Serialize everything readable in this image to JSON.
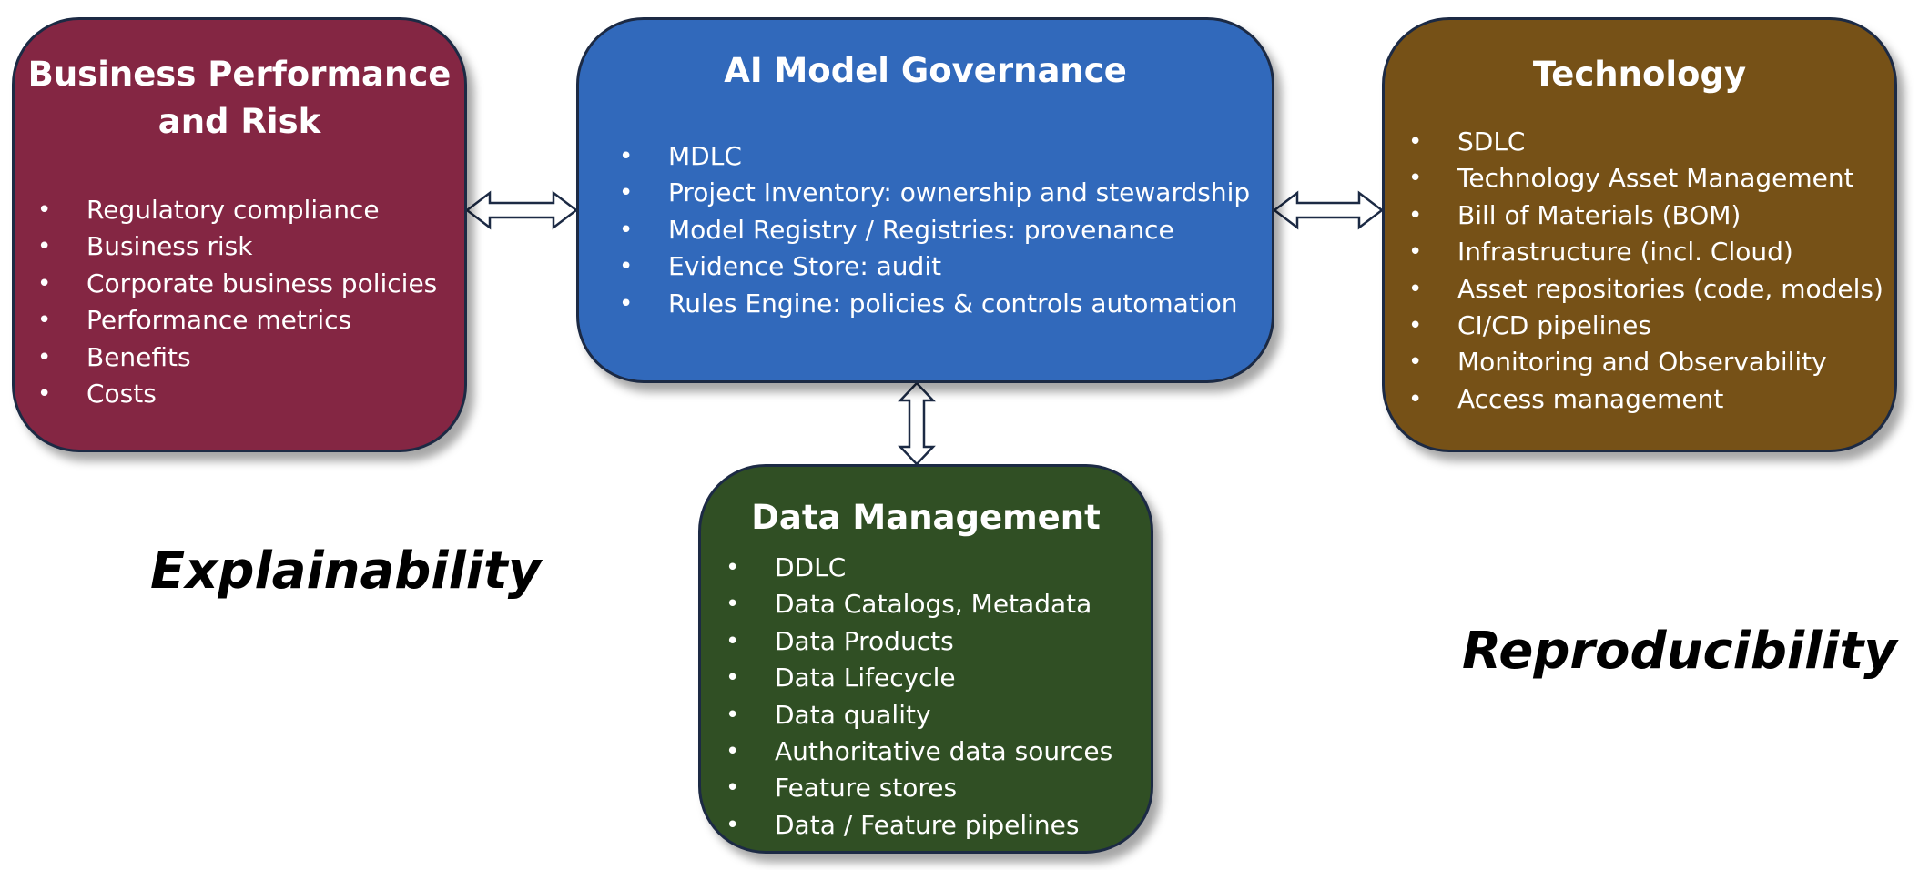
{
  "boxes": {
    "business": {
      "title": "Business Performance\nand Risk",
      "items": [
        "Regulatory compliance",
        "Business risk",
        "Corporate business policies",
        "Performance metrics",
        "Benefits",
        "Costs"
      ],
      "color": "#842643"
    },
    "governance": {
      "title": "AI Model Governance",
      "items": [
        "MDLC",
        "Project Inventory: ownership and stewardship",
        "Model Registry / Registries: provenance",
        "Evidence Store: audit",
        "Rules Engine: policies & controls automation"
      ],
      "color": "#3169bb"
    },
    "technology": {
      "title": "Technology",
      "items": [
        "SDLC",
        "Technology Asset Management",
        "Bill of Materials (BOM)",
        "Infrastructure (incl. Cloud)",
        "Asset repositories (code, models)",
        "CI/CD pipelines",
        "Monitoring and Observability",
        "Access management"
      ],
      "color": "#765117"
    },
    "data": {
      "title": "Data Management",
      "items": [
        "DDLC",
        "Data Catalogs, Metadata",
        "Data Products",
        "Data Lifecycle",
        "Data quality",
        "Authoritative data sources",
        "Feature stores",
        "Data / Feature pipelines"
      ],
      "color": "#304f24"
    }
  },
  "labels": {
    "explainability": "Explainability",
    "reproducibility": "Reproducibility"
  },
  "colors": {
    "border": "#1c2a44",
    "arrow_stroke": "#1c2a44",
    "arrow_fill": "#ffffff"
  }
}
